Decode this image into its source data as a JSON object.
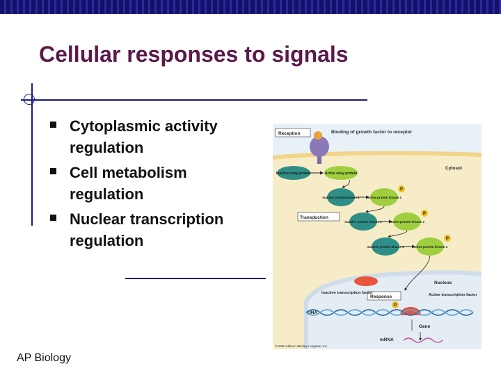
{
  "slide": {
    "title": "Cellular responses to signals",
    "bullets": [
      "Cytoplasmic activity regulation",
      "Cell metabolism regulation",
      "Nuclear transcription regulation"
    ],
    "footer": "AP Biology"
  },
  "figure": {
    "stage_labels": [
      "Reception",
      "Transduction",
      "Response"
    ],
    "region_labels": [
      "Cytosol",
      "Nucleus",
      "DNA",
      "Gene",
      "mRNA"
    ],
    "receptor_label": "Binding of growth factor to receptor",
    "relay": {
      "inactive": "Inactive relay protein",
      "active": "Active relay protein"
    },
    "kinases": [
      {
        "inactive": "Inactive protein kinase 1",
        "active": "Active protein kinase 1"
      },
      {
        "inactive": "Inactive protein kinase 2",
        "active": "Active protein kinase 2"
      },
      {
        "inactive": "Inactive protein kinase 3",
        "active": "Active protein kinase 3"
      }
    ],
    "transcription_factor": {
      "inactive": "Inactive transcription factor",
      "active": "Active transcription factor"
    },
    "phosphate": "P",
    "copyright": "©1999 Addison Wesley Longman, Inc.",
    "colors": {
      "membrane": "#f2d48a",
      "cytosol": "#f6edc8",
      "nucleus": "#dfe8f2",
      "inactive": "#2f8f87",
      "active": "#9fcf3f",
      "receptor": "#8a78b8"
    }
  }
}
